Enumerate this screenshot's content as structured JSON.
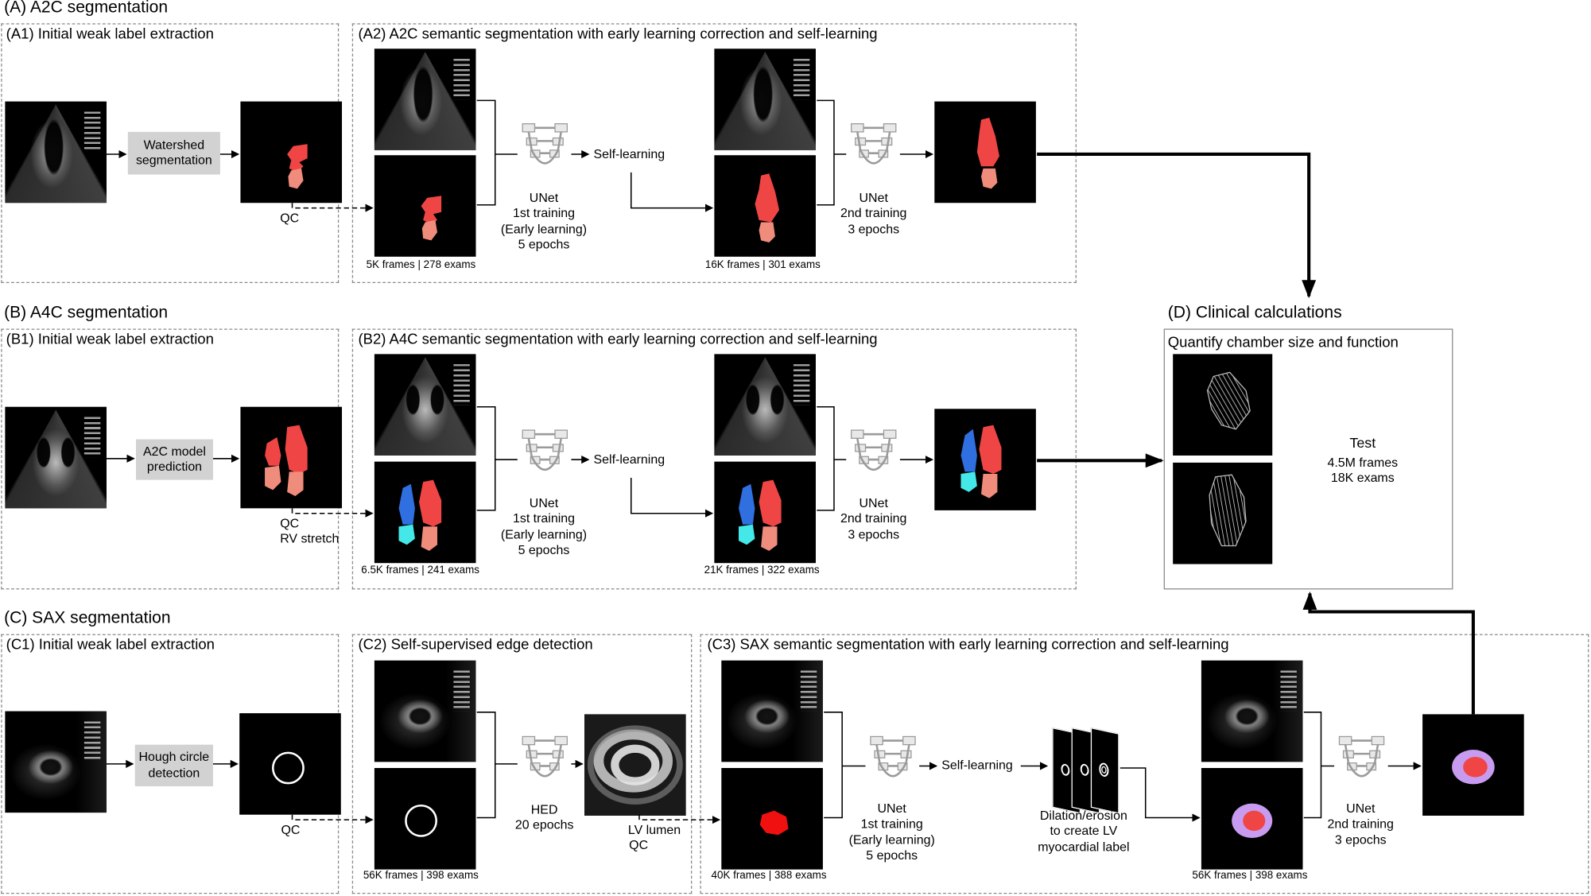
{
  "sections": {
    "a_title": "(A) A2C segmentation",
    "b_title": "(B) A4C segmentation",
    "c_title": "(C) SAX segmentation",
    "d_title": "(D) Clinical calculations"
  },
  "subsections": {
    "a1": "(A1) Initial weak label extraction",
    "a2": "(A2) A2C semantic segmentation with early learning correction and self-learning",
    "b1": "(B1) Initial weak label extraction",
    "b2": "(B2) A4C semantic segmentation with early learning correction and self-learning",
    "c1": "(C1) Initial weak label extraction",
    "c2": "(C2) Self-supervised edge detection",
    "c3": "(C3) SAX semantic segmentation with early learning correction and self-learning",
    "d": "Quantify chamber size and function"
  },
  "boxes": {
    "a1": [
      "Watershed",
      "segmentation"
    ],
    "b1": [
      "A2C model",
      "prediction"
    ],
    "c1": [
      "Hough circle",
      "detection"
    ]
  },
  "labels": {
    "qc": "QC",
    "rv_stretch": "RV stretch",
    "self_learning": "Self-learning",
    "unet1": [
      "UNet",
      "1st training",
      "(Early learning)",
      "5 epochs"
    ],
    "unet2": [
      "UNet",
      "2nd training",
      "3 epochs"
    ],
    "hed": [
      "HED",
      "20 epochs"
    ],
    "lv_lumen": [
      "LV lumen",
      "QC"
    ],
    "dilation": [
      "Dilation/erosion",
      "to create LV",
      "myocardial label"
    ],
    "test": [
      "Test",
      "4.5M frames",
      "18K exams"
    ]
  },
  "footnotes": {
    "a2_first": "5K frames | 278 exams",
    "a2_second": "16K frames | 301 exams",
    "b2_first": "6.5K frames | 241 exams",
    "b2_second": "21K frames | 322 exams",
    "c2": "56K frames | 398 exams",
    "c3_first": "40K frames | 388 exams",
    "c3_second": "56K frames | 398 exams"
  },
  "colors": {
    "lv_red": "#f04545",
    "la_salmon": "#f08c7c",
    "rv_blue": "#2f6fe0",
    "ra_cyan": "#45e8e8",
    "myo_purple": "#c79bf0",
    "label_box": "#d2d2d2",
    "frame_border": "#8a8a8a"
  },
  "icons": [
    "unet-icon",
    "ultrasound-image",
    "segmentation-mask",
    "edge-map"
  ]
}
